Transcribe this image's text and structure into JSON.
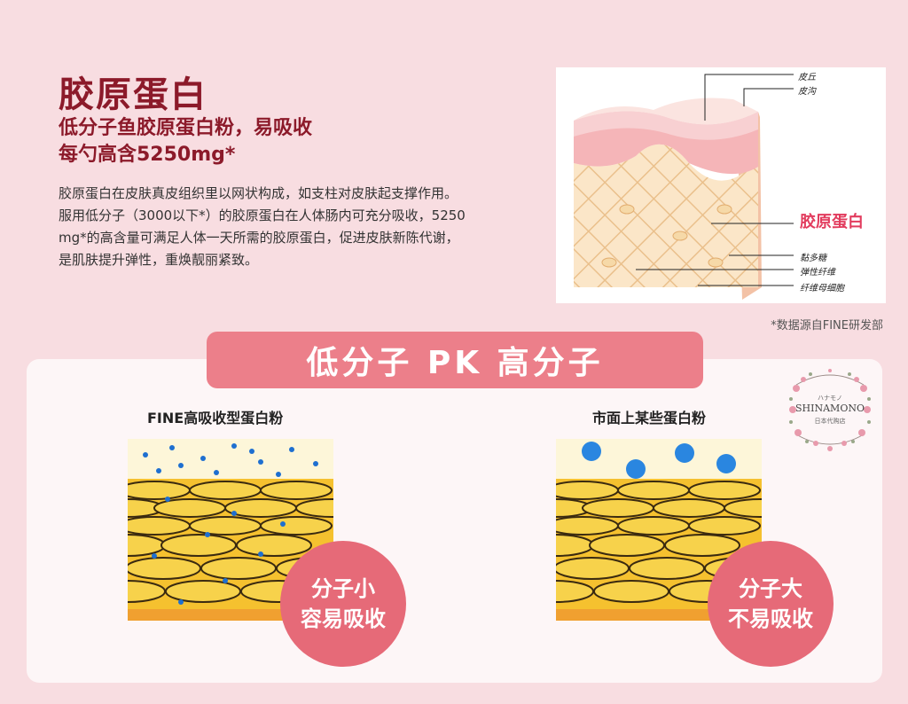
{
  "header": {
    "title": "胶原蛋白",
    "subtitle_line1": "低分子鱼胶原蛋白粉，易吸收",
    "subtitle_line2": "每勺高含5250mg*"
  },
  "description": [
    "胶原蛋白在皮肤真皮组织里以网状构成，如支柱对皮肤起支撑作用。",
    "服用低分子（3000以下*）的胶原蛋白在人体肠内可充分吸收，5250",
    "mg*的高含量可满足人体一天所需的胶原蛋白，促进皮肤新陈代谢，",
    "是肌肤提升弹性，重焕靓丽紧致。"
  ],
  "skin_diagram": {
    "label_ridge": "皮丘",
    "label_furrow": "皮沟",
    "label_collagen": "胶原蛋白",
    "label_polysaccharide": "黏多糖",
    "label_elastic": "弹性纤维",
    "label_fibroblast": "纤维母细胞",
    "source_note": "*数据源自FINE研发部"
  },
  "comparison": {
    "banner": "低分子 PK 高分子",
    "left_title": "FINE高吸收型蛋白粉",
    "right_title": "市面上某些蛋白粉",
    "left_badge_line1": "分子小",
    "left_badge_line2": "容易吸收",
    "right_badge_line1": "分子大",
    "right_badge_line2": "不易吸收"
  },
  "seal": {
    "top_text": "ハナモノ",
    "brand": "SHINAMONO",
    "bottom_text": "日本代购店"
  },
  "colors": {
    "background": "#f8dde1",
    "title": "#8c1a2a",
    "accent_pink": "#ec7f8a",
    "badge": "#e66a78",
    "cell_yellow": "#f7c531",
    "molecule_blue": "#1e6fd0"
  }
}
